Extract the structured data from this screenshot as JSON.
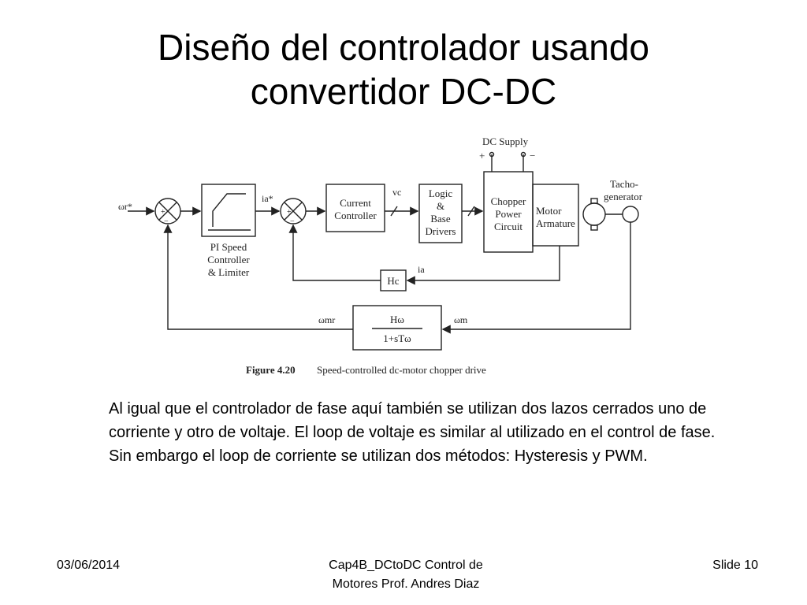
{
  "slide": {
    "title_line1": "Diseño del controlador usando",
    "title_line2": "convertidor DC-DC",
    "body": "Al igual que el controlador de fase aquí también se utilizan dos lazos cerrados uno de corriente y otro de voltaje. El loop de voltaje es similar al utilizado en el control de fase. Sin embargo el loop de corriente se utilizan dos métodos: Hysteresis y PWM."
  },
  "diagram": {
    "dc_supply": "DC Supply",
    "plus": "+",
    "minus": "−",
    "omega_ref": "ωr*",
    "ia_ref": "ia*",
    "pi_line1": "PI Speed",
    "pi_line2": "Controller",
    "pi_line3": "& Limiter",
    "current_line1": "Current",
    "current_line2": "Controller",
    "vc": "vc",
    "logic_line1": "Logic",
    "logic_line2": "&",
    "logic_line3": "Base",
    "logic_line4": "Drivers",
    "chopper_line1": "Chopper",
    "chopper_line2": "Power",
    "chopper_line3": "Circuit",
    "motor_line1": "Motor",
    "motor_line2": "Armature",
    "tacho_line1": "Tacho-",
    "tacho_line2": "generator",
    "hc": "Hc",
    "ia": "ia",
    "omega_mr": "ωmr",
    "omega_m": "ωm",
    "hw_num": "Hω",
    "hw_den": "1+sTω",
    "figure_label": "Figure 4.20",
    "figure_caption": "Speed-controlled dc-motor chopper drive"
  },
  "footer": {
    "date": "03/06/2014",
    "center_line1": "Cap4B_DCtoDC Control de",
    "center_line2": "Motores Prof. Andres Diaz",
    "slide": "Slide 10"
  }
}
